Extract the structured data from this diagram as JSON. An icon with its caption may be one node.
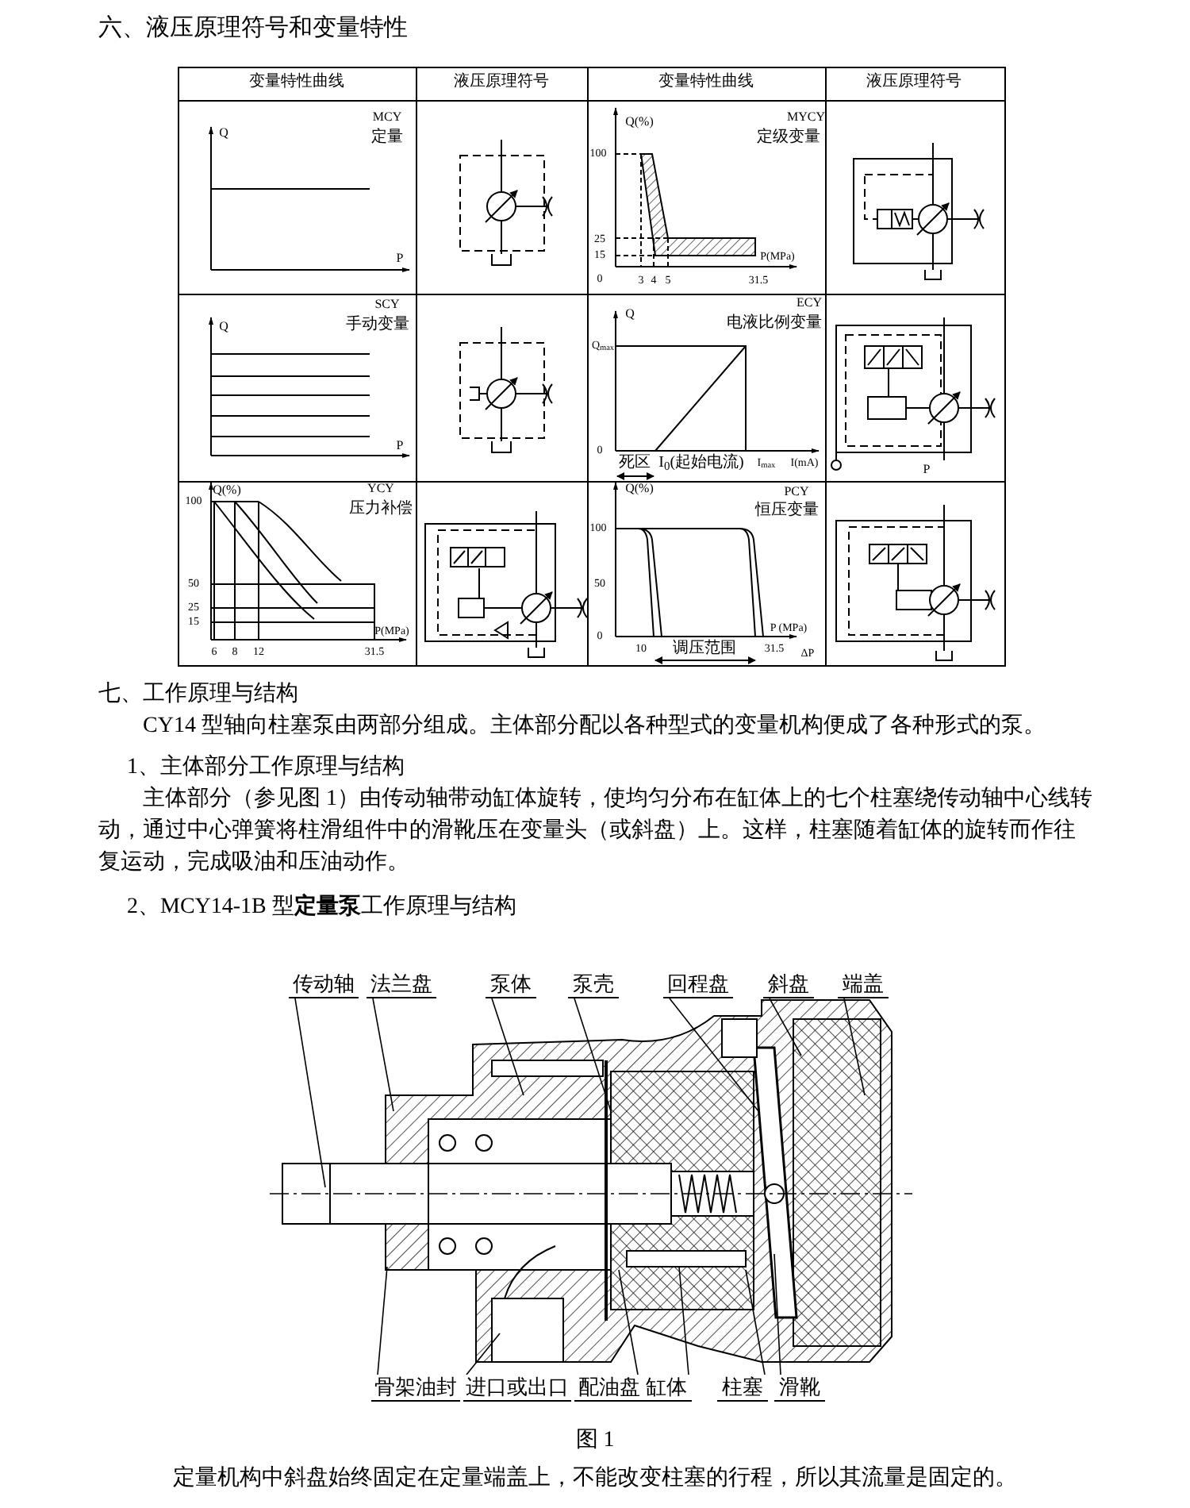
{
  "diagram": {
    "title": "六、液压原理符号和变量特性",
    "caption": "图 1",
    "nodes": [
      {
        "text": [
          "传动轴"
        ]
      },
      {
        "text": [
          "法兰盘"
        ]
      },
      {
        "text": [
          "泵体"
        ]
      },
      {
        "text": [
          "泵壳"
        ]
      },
      {
        "text": [
          "回程盘"
        ]
      },
      {
        "text": [
          "斜盘"
        ]
      },
      {
        "text": [
          "端盖"
        ]
      },
      {
        "text": [
          "骨架油封"
        ]
      },
      {
        "text": [
          "进口或出口"
        ]
      },
      {
        "text": [
          "配油盘"
        ]
      },
      {
        "text": [
          "缸体"
        ]
      },
      {
        "text": [
          "柱塞"
        ]
      },
      {
        "text": [
          "滑靴"
        ]
      }
    ],
    "edges": [
      {
        "from": 0,
        "to": null,
        "arrow": "none"
      },
      {
        "from": 1,
        "to": null,
        "arrow": "none"
      },
      {
        "from": 2,
        "to": null,
        "arrow": "none"
      },
      {
        "from": 3,
        "to": null,
        "arrow": "none"
      },
      {
        "from": 4,
        "to": null,
        "arrow": "none"
      },
      {
        "from": 5,
        "to": null,
        "arrow": "none"
      },
      {
        "from": 6,
        "to": null,
        "arrow": "none"
      },
      {
        "from": 7,
        "to": null,
        "arrow": "none"
      },
      {
        "from": 8,
        "to": null,
        "arrow": "none"
      },
      {
        "from": 9,
        "to": null,
        "arrow": "none"
      },
      {
        "from": 10,
        "to": null,
        "arrow": "none"
      },
      {
        "from": 11,
        "to": null,
        "arrow": "none"
      },
      {
        "from": 12,
        "to": null,
        "arrow": "none"
      }
    ],
    "labels": [
      "变量特性曲线",
      "液压原理符号",
      "变量特性曲线",
      "液压原理符号",
      "Q",
      "MCY",
      "定量",
      "P",
      "Q(%)",
      "MYCY",
      "定级变量",
      "100",
      "25",
      "15",
      "P(MPa)",
      "0",
      "3",
      "4",
      "5",
      "31.5",
      "Q",
      "SCY",
      "手动变量",
      "P",
      "Q",
      "ECY",
      "电液比例变量",
      "Q$_{max}$",
      "0",
      "死区",
      "I$_{0}$(起始电流)",
      "I$_{max}$",
      "I(mA)",
      "P",
      "Q(%)",
      "YCY",
      "压力补偿",
      "100",
      "50",
      "25",
      "15",
      "P(MPa)",
      "6",
      "8",
      "12",
      "31.5",
      "Q(%)",
      "PCY",
      "恒压变量",
      "100",
      "50",
      "0",
      "P (MPa)",
      "10",
      "调压范围",
      "31.5",
      "ΔP",
      "七、工作原理与结构",
      "CY14 型轴向柱塞泵由两部分组成。主体部分配以各种型式的变量机构便成了各种形式的泵。",
      "1、主体部分工作原理与结构",
      "主体部分（参见图 1）由传动轴带动缸体旋转，使均匀分布在缸体上的七个柱塞绕传动轴中心线转动，通过中心弹簧将柱滑组件中的滑靴压在变量头（或斜盘）上。这样，柱塞随着缸体的旋转而作往复运动，完成吸油和压油动作。",
      "2、MCY14-1B 型**定量泵**工作原理与结构",
      "定量机构中斜盘始终固定在定量端盖上，不能改变柱塞的行程，所以其流量是固定的。"
    ]
  }
}
